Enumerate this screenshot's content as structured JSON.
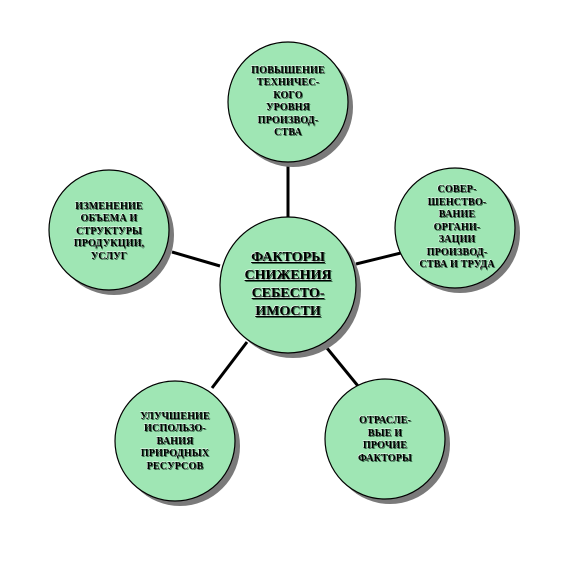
{
  "diagram": {
    "center": {
      "text": "ФАКТОРЫ\nСНИЖЕНИЯ\nСЕБЕСТО-\nИМОСТИ"
    },
    "nodes": [
      {
        "id": "top",
        "text": "ПОВЫШЕНИЕ\nТЕХНИЧЕС-\nКОГО\nУРОВНЯ\nПРОИЗВОД-\nСТВА"
      },
      {
        "id": "right",
        "text": "СОВЕР-\nШЕНСТВО-\nВАНИЕ\nОРГАНИ-\nЗАЦИИ\nПРОИЗВОД-\nСТВА И ТРУДА"
      },
      {
        "id": "bottom-right",
        "text": "ОТРАСЛЕ-\nВЫЕ И\nПРОЧИЕ\nФАКТОРЫ"
      },
      {
        "id": "bottom-left",
        "text": "УЛУЧШЕНИЕ\nИСПОЛЬЗО-\nВАНИЯ\nПРИРОДНЫХ\nРЕСУРСОВ"
      },
      {
        "id": "left",
        "text": "ИЗМЕНЕНИЕ\nОБЪЕМА И\nСТРУКТУРЫ\nПРОДУКЦИИ,\nУСЛУГ"
      }
    ],
    "colors": {
      "fill": "#9fe6b4",
      "stroke": "#000000",
      "shadow": "#7a7a7a"
    }
  }
}
